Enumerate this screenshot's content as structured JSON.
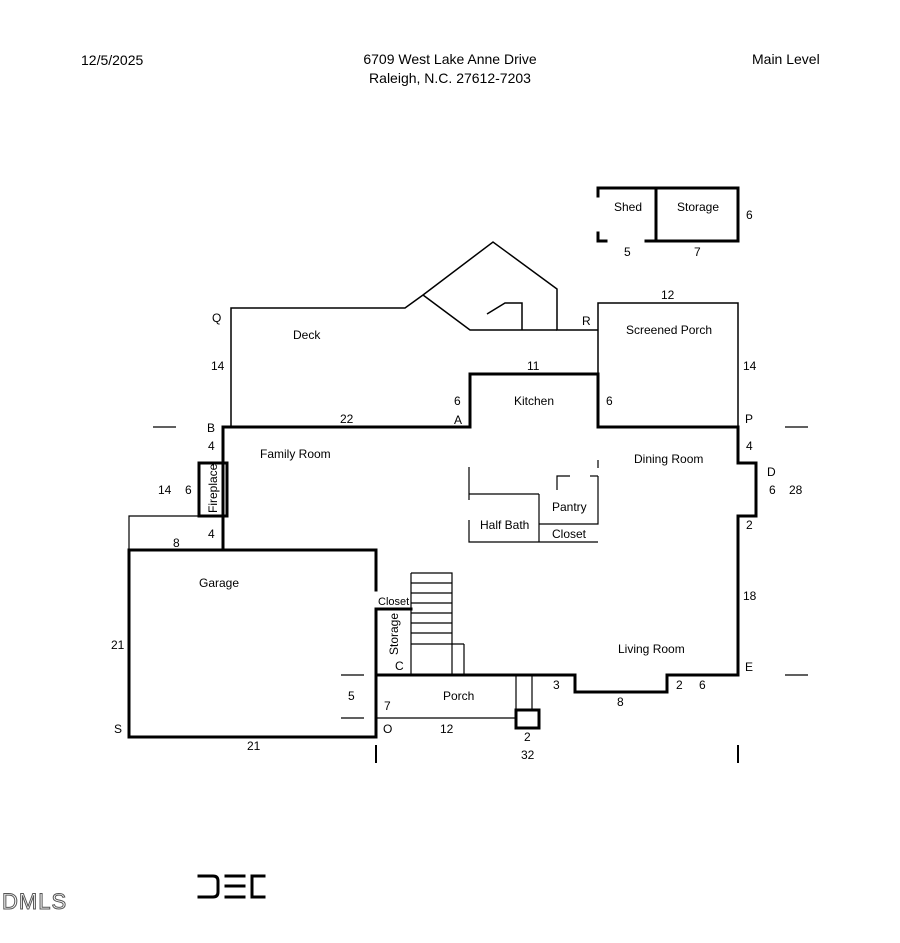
{
  "header": {
    "date": "12/5/2025",
    "address_line1": "6709 West Lake Anne Drive",
    "address_line2": "Raleigh, N.C. 27612-7203",
    "level": "Main Level"
  },
  "rooms": {
    "shed": "Shed",
    "storage_outbuilding": "Storage",
    "deck": "Deck",
    "screened_porch": "Screened Porch",
    "kitchen": "Kitchen",
    "family_room": "Family Room",
    "dining_room": "Dining Room",
    "fireplace": "Fireplace",
    "pantry": "Pantry",
    "half_bath": "Half Bath",
    "closet_hall": "Closet",
    "garage": "Garage",
    "closet_garage": "Closet",
    "storage_stair": "Storage",
    "living_room": "Living Room",
    "porch": "Porch"
  },
  "points": {
    "q": "Q",
    "r": "R",
    "b": "B",
    "a": "A",
    "p": "P",
    "d": "D",
    "e": "E",
    "c": "C",
    "o": "O",
    "s": "S"
  },
  "dimensions": {
    "shed_w": "5",
    "storage_w": "7",
    "outbuilding_h": "6",
    "screened_w": "12",
    "screened_h": "14",
    "deck_h": "14",
    "deck_w": "22",
    "kitchen_w": "11",
    "kitchen_left_h": "6",
    "kitchen_right_h": "6",
    "p_to_d": "4",
    "d_bay": "6",
    "right_total": "28",
    "d_below": "2",
    "living_right": "18",
    "b_to_fireplace": "4",
    "left_total": "14",
    "fireplace_depth": "6",
    "fireplace_below": "4",
    "garage_jog": "8",
    "garage_h": "21",
    "garage_w": "21",
    "porch_depth": "5",
    "porch_c_to_o": "7",
    "porch_w": "12",
    "front_3": "3",
    "bay_8": "8",
    "front_2": "2",
    "front_6": "6",
    "box_2": "2",
    "front_total": "32"
  },
  "logos": {
    "left_text": "DMLS",
    "right_mark": "DEC"
  }
}
